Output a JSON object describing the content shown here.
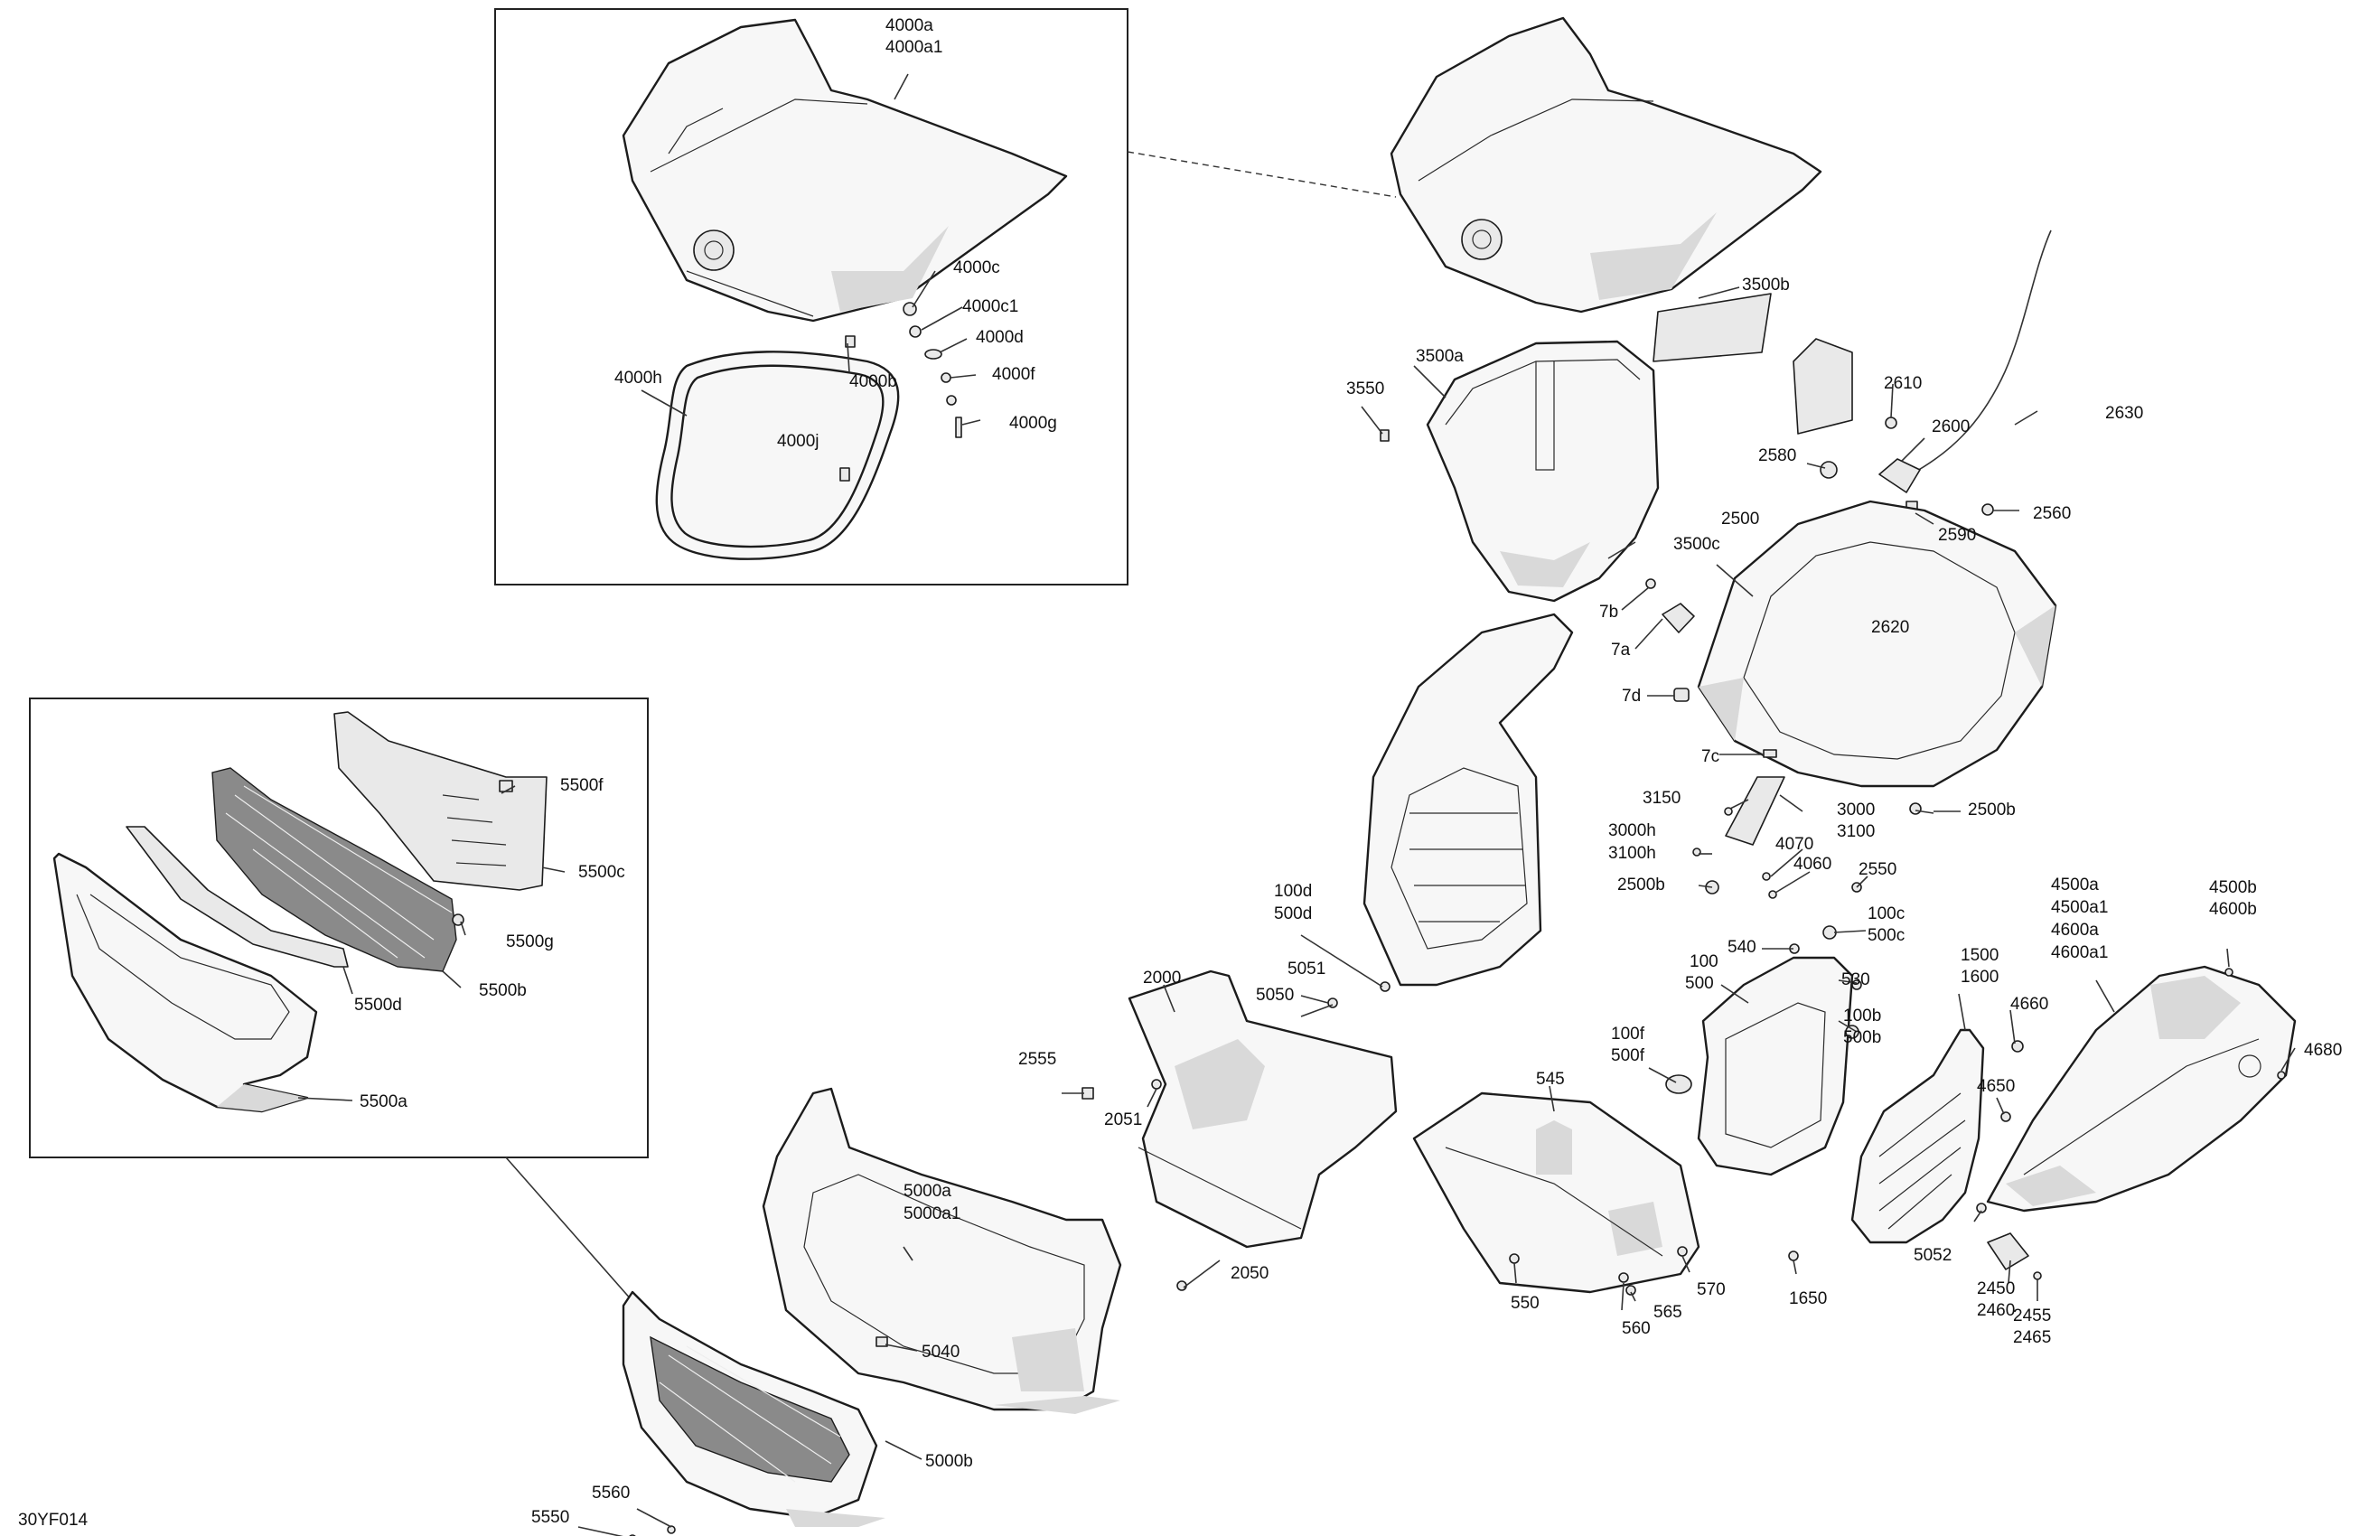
{
  "doc_code": "30YF014",
  "labels": {
    "l4000a": "4000a",
    "l4000a1": "4000a1",
    "l4000c": "4000c",
    "l4000c1": "4000c1",
    "l4000d": "4000d",
    "l4000b": "4000b",
    "l4000f": "4000f",
    "l4000g": "4000g",
    "l4000h": "4000h",
    "l4000j": "4000j",
    "l3500b": "3500b",
    "l3500a": "3500a",
    "l3550": "3550",
    "l3500c": "3500c",
    "l2610": "2610",
    "l2600": "2600",
    "l2630": "2630",
    "l2580": "2580",
    "l2560": "2560",
    "l2590": "2590",
    "l2500": "2500",
    "l2620": "2620",
    "l7b": "7b",
    "l7a": "7a",
    "l7d": "7d",
    "l7c": "7c",
    "l3150": "3150",
    "l3000": "3000",
    "l3100": "3100",
    "l2500b_a": "2500b",
    "l3000h": "3000h",
    "l3100h": "3100h",
    "l4070": "4070",
    "l4060": "4060",
    "l2500b_b": "2500b",
    "l2550": "2550",
    "l5500f": "5500f",
    "l5500c": "5500c",
    "l5500g": "5500g",
    "l5500b": "5500b",
    "l5500d": "5500d",
    "l5500a": "5500a",
    "l100d": "100d",
    "l500d": "500d",
    "l2000": "2000",
    "l5051": "5051",
    "l5050": "5050",
    "l2555": "2555",
    "l2051": "2051",
    "l2050": "2050",
    "l540": "540",
    "l100c": "100c",
    "l500c": "500c",
    "l100": "100",
    "l500": "500",
    "l530": "530",
    "l100b": "100b",
    "l500b": "500b",
    "l100f": "100f",
    "l500f": "500f",
    "l545": "545",
    "l550": "550",
    "l560": "560",
    "l565": "565",
    "l570": "570",
    "l1500": "1500",
    "l1600": "1600",
    "l4660": "4660",
    "l4650": "4650",
    "l1650": "1650",
    "l5052": "5052",
    "l2450": "2450",
    "l2460": "2460",
    "l2455": "2455",
    "l2465": "2465",
    "l4500a": "4500a",
    "l4500a1": "4500a1",
    "l4600a": "4600a",
    "l4600a1": "4600a1",
    "l4500b": "4500b",
    "l4600b": "4600b",
    "l4680": "4680",
    "l5000a": "5000a",
    "l5000a1": "5000a1",
    "l5040": "5040",
    "l5000b": "5000b",
    "l5560": "5560",
    "l5550": "5550"
  }
}
